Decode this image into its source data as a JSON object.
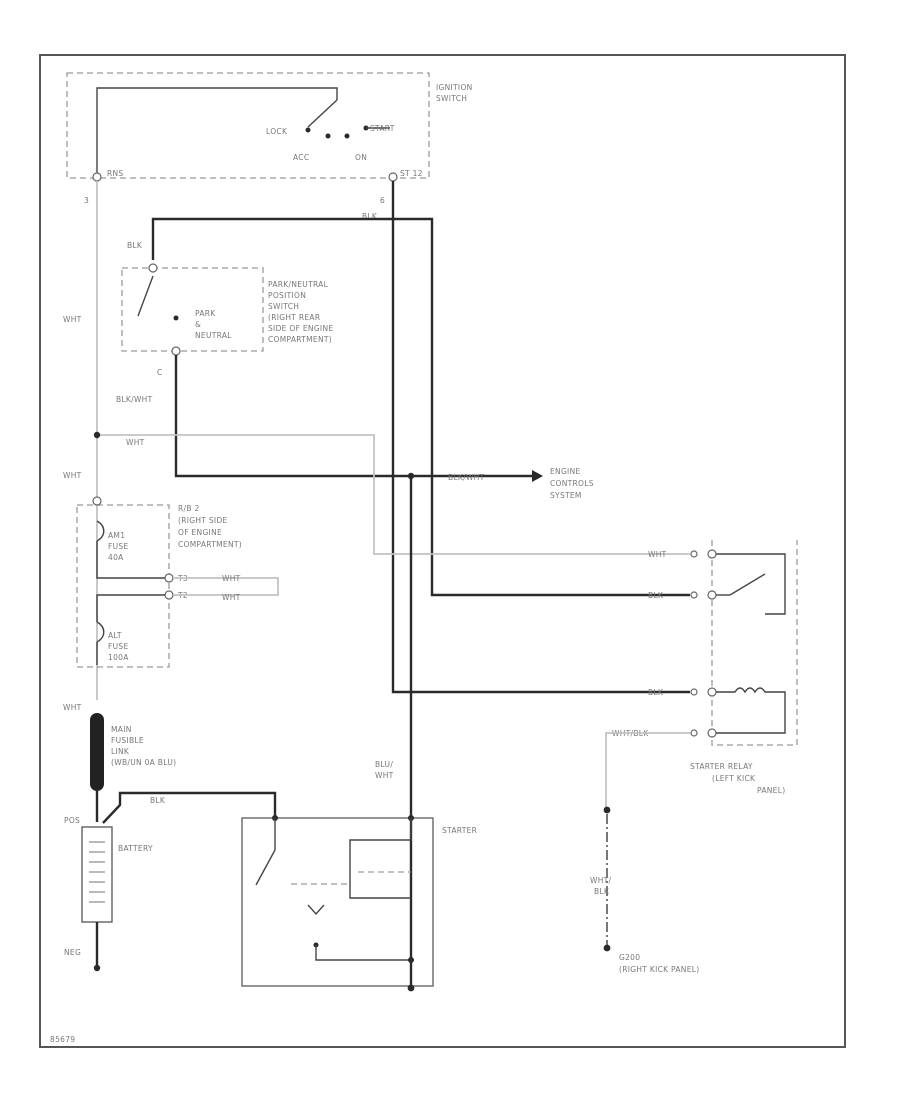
{
  "components": {
    "ignition_switch": {
      "title_line1": "IGNITION",
      "title_line2": "SWITCH",
      "lock": "LOCK",
      "acc": "ACC",
      "on": "ON",
      "start": "START",
      "pin_run": "RNS",
      "pin_st": "ST 12"
    },
    "pn_switch": {
      "line1": "PARK/NEUTRAL",
      "line2": "POSITION",
      "line3": "SWITCH",
      "line4": "(RIGHT REAR",
      "line5": "SIDE OF ENGINE",
      "line6": "COMPARTMENT)",
      "contact_line1": "PARK",
      "contact_line2": "&",
      "contact_line3": "NEUTRAL"
    },
    "engine_controls": {
      "line1": "ENGINE",
      "line2": "CONTROLS",
      "line3": "SYSTEM"
    },
    "fuse_box": {
      "line1": "R/B 2",
      "line2": "(RIGHT SIDE",
      "line3": "OF ENGINE",
      "line4": "COMPARTMENT)",
      "fuse1_line1": "AM1",
      "fuse1_line2": "FUSE",
      "fuse1_line3": "40A",
      "fuse2_line1": "ALT",
      "fuse2_line2": "FUSE",
      "fuse2_line3": "100A",
      "pin1": "T3",
      "pin2": "T2"
    },
    "fusible_link": {
      "line1": "MAIN",
      "line2": "FUSIBLE",
      "line3": "LINK",
      "line4": "(WB/UN 0A BLU)"
    },
    "battery": {
      "label": "BATTERY",
      "pos": "POS",
      "neg": "NEG"
    },
    "starter": {
      "label": "STARTER"
    },
    "starter_relay": {
      "line1": "STARTER RELAY",
      "line2": "(LEFT KICK",
      "line3": "PANEL)"
    },
    "ground": {
      "line1": "G200",
      "line2": "(RIGHT KICK PANEL)"
    }
  },
  "wires": {
    "blk_top": "BLK",
    "blk_pn": "BLK",
    "wht_left": "WHT",
    "blk_wht": "BLK/WHT",
    "wht_mid": "WHT",
    "wht_left2": "WHT",
    "blk_wht_ecs": "BLK/WHT",
    "wht_t3": "WHT",
    "wht_t2": "WHT",
    "wht_link": "WHT",
    "blk_batt": "BLK",
    "blu_wht_line1": "BLU/",
    "blu_wht_line2": "WHT",
    "relay_wht": "WHT",
    "relay_blk1": "BLK",
    "relay_blk2": "BLK",
    "relay_wht_blk": "WHT/BLK",
    "gnd_line1": "WHT/",
    "gnd_line2": "BLK"
  },
  "pins": {
    "ign_left": "3",
    "ign_right": "6",
    "pn_bottom": "C"
  },
  "footer": {
    "code": "85679"
  }
}
